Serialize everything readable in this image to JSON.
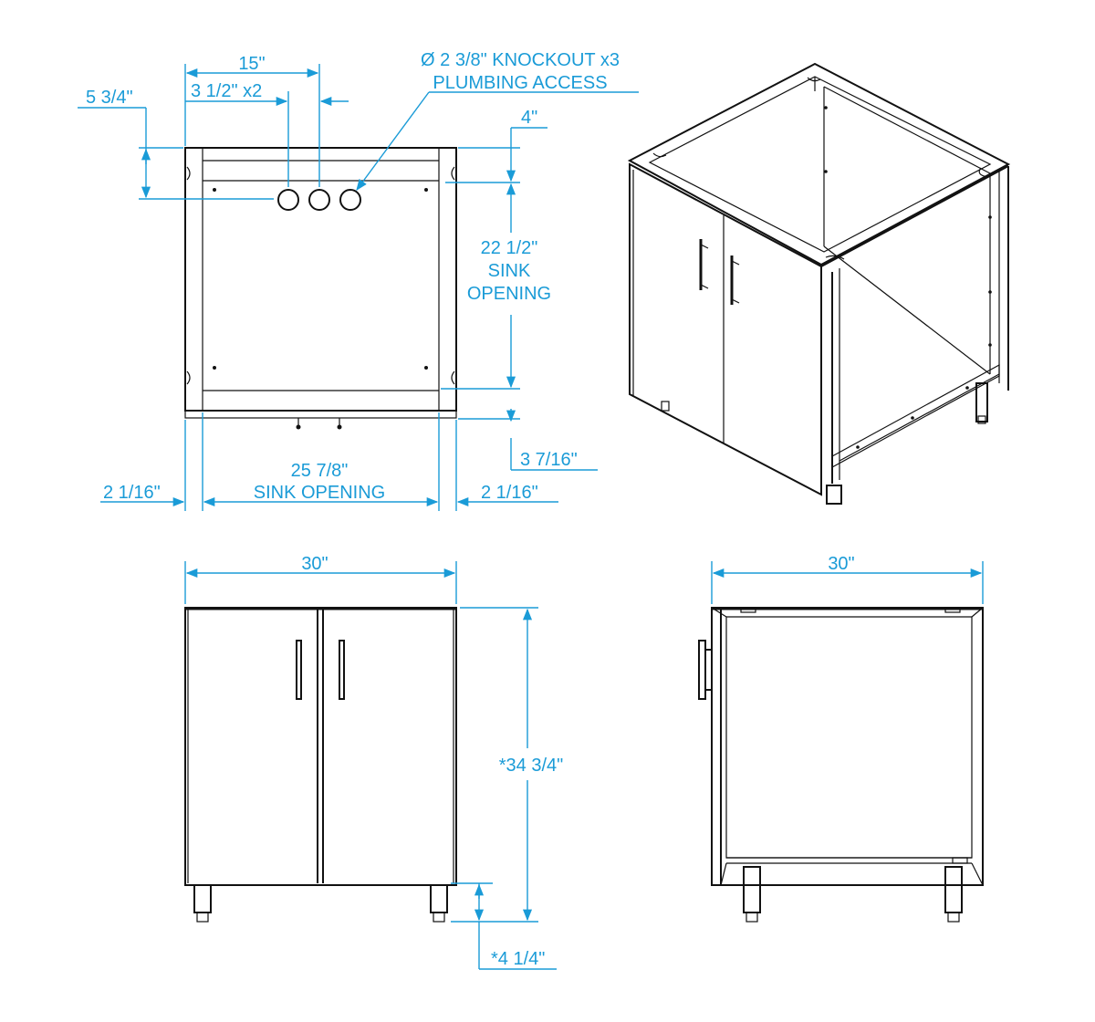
{
  "diagram": {
    "accent_color": "#1a9bd7",
    "line_color": "#111111",
    "top_view": {
      "labels": {
        "offset_15": "15\"",
        "spacing": "3 1/2\"  x2",
        "knockout": "Ø 2 3/8\"  KNOCKOUT x3",
        "plumbing": "PLUMBING ACCESS",
        "depth_5_34": "5 3/4\"",
        "rail_4": "4\"",
        "sink_depth": "22 1/2\"",
        "sink_word": "SINK",
        "opening_word": "OPENING",
        "front_3_7_16": "3 7/16\"",
        "sink_width": "25 7/8\"",
        "sink_opening": "SINK OPENING",
        "left_2_1_16": "2 1/16\"",
        "right_2_1_16": "2 1/16\""
      }
    },
    "front_view": {
      "labels": {
        "width": "30\"",
        "height": "*34 3/4\"",
        "leg": "*4 1/4\""
      }
    },
    "side_view": {
      "labels": {
        "width": "30\""
      }
    }
  }
}
